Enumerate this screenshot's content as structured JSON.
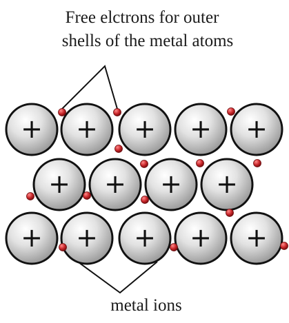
{
  "labels": {
    "free_electrons_line1": "Free elctrons for outer",
    "free_electrons_line2": "shells of the metal atoms",
    "metal_ions": "metal ions"
  },
  "ion_symbol": "+",
  "colors": {
    "ion_fill": "#d9d9d9",
    "ion_outline": "#111111",
    "electron_fill": "#c8262a",
    "leader_line": "#111111"
  }
}
